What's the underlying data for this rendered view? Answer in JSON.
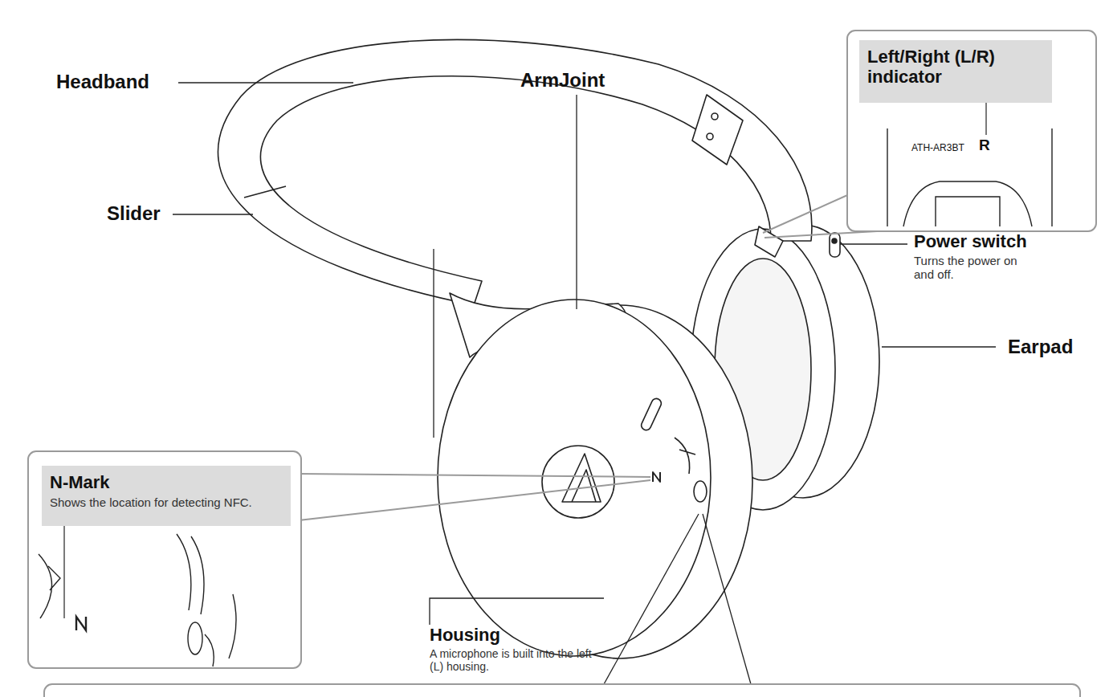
{
  "diagram": {
    "nodes": [
      {
        "text": [
          "Left/Right (L/R) indicator"
        ]
      },
      {
        "text": [
          "N-Mark",
          "Shows the location for detecting NFC."
        ]
      }
    ],
    "labels": [
      "Headband",
      "Slider",
      "ArmJoint",
      "Power switch",
      "Turns the power on and off.",
      "Earpad",
      "Housing",
      "A microphone is built into the left (L) housing.",
      "ATH-AR3BT",
      "R"
    ]
  }
}
